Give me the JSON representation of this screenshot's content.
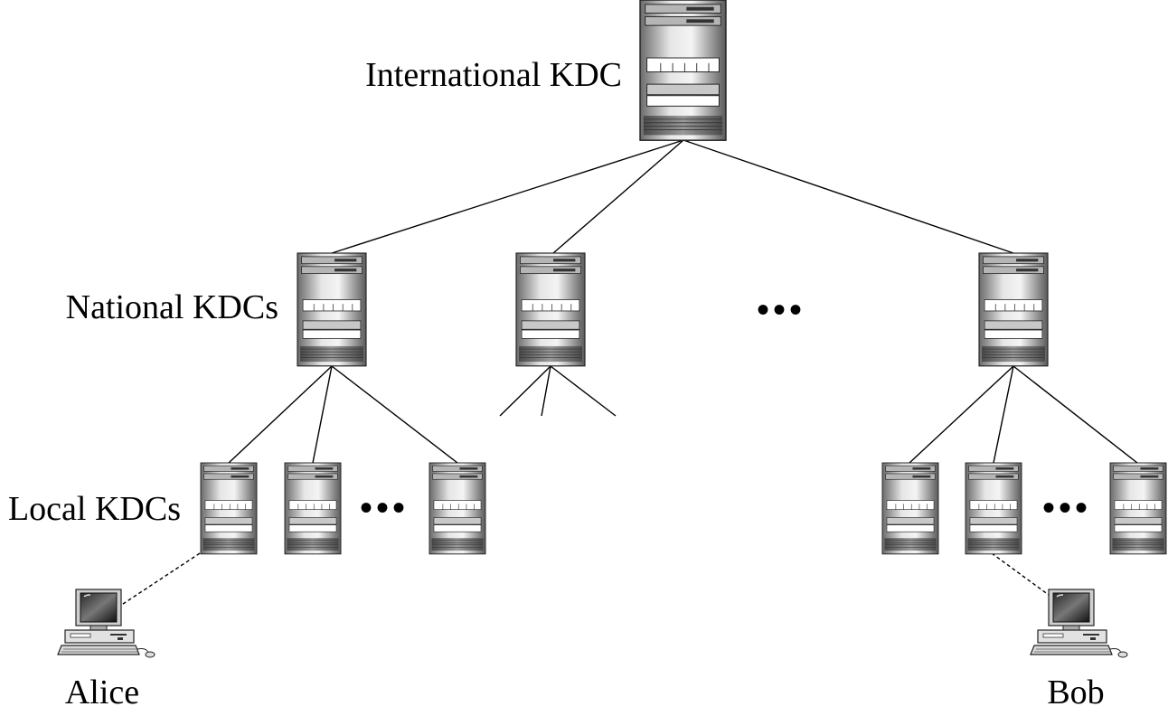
{
  "labels": {
    "international": "International KDC",
    "national": "National KDCs",
    "local": "Local KDCs",
    "alice": "Alice",
    "bob": "Bob"
  },
  "ellipsis": "•••",
  "icons": {
    "server": "server-icon",
    "computer": "computer-icon"
  }
}
